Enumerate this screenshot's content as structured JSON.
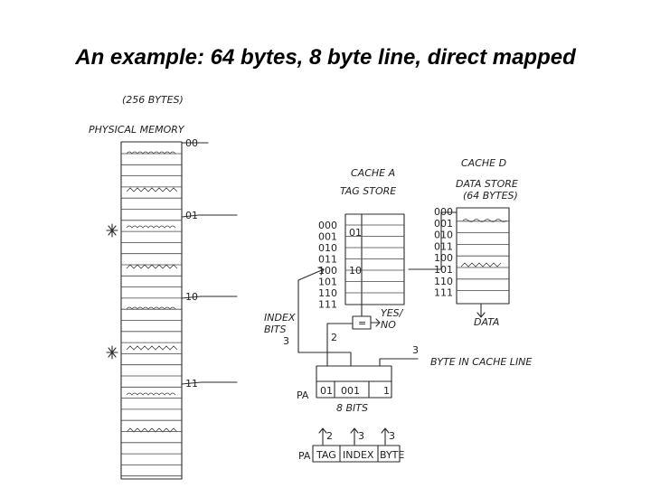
{
  "slide": {
    "title": "An example: 64 bytes, 8 byte line, direct mapped"
  },
  "physical_memory": {
    "size_label": "(256 BYTES)",
    "label": "PHYSICAL MEMORY",
    "index_labels": [
      "00",
      "01",
      "10",
      "11"
    ]
  },
  "cache_a": {
    "label_line1": "CACHE A",
    "label_line2": "TAG STORE",
    "row_indices": [
      "000",
      "001",
      "010",
      "011",
      "100",
      "101",
      "110",
      "111"
    ],
    "tag_entries": [
      "01",
      "10"
    ]
  },
  "cache_d": {
    "label_line1": "CACHE D",
    "label_line2": "DATA STORE",
    "label_line3": "(64 BYTES)",
    "row_indices": [
      "000",
      "001",
      "010",
      "011",
      "100",
      "101",
      "110",
      "111"
    ]
  },
  "comparator": {
    "symbol": "=",
    "yes_label": "YES/",
    "no_label": "NO",
    "input_count": "2"
  },
  "labels": {
    "index_bits_line1": "INDEX",
    "index_bits_line2": "BITS",
    "index_bits_count": "3",
    "byte_count": "3",
    "byte_in_cache_line": "BYTE IN CACHE LINE",
    "data_output": "DATA",
    "pa_label": "PA",
    "pa_fields": [
      "01",
      "001",
      "1"
    ],
    "eight_bits": "8 BITS"
  },
  "bottom_breakdown": {
    "pa_label": "PA",
    "fields": [
      "TAG",
      "INDEX",
      "BYTE"
    ],
    "bit_widths": [
      "2",
      "3",
      "3"
    ]
  }
}
